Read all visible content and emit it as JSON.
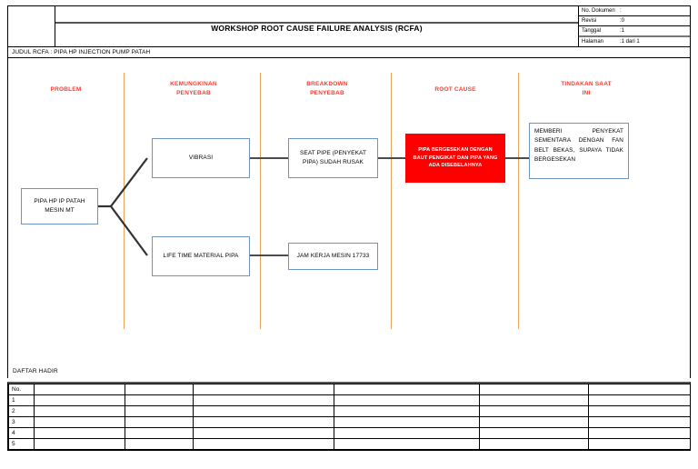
{
  "header": {
    "title": "WORKSHOP ROOT CAUSE FAILURE ANALYSIS (RCFA)",
    "meta": [
      {
        "label": "No. Dokumen",
        "sep": ":",
        "value": ""
      },
      {
        "label": "Revisi",
        "sep": ":",
        "value": "0"
      },
      {
        "label": "Tanggal",
        "sep": ":",
        "value": "1"
      },
      {
        "label": "Halaman",
        "sep": ":",
        "value": "1 dari 1"
      }
    ]
  },
  "subtitle": "JUDUL RCFA  :  PIPA HP INJECTION PUMP PATAH",
  "columns": [
    {
      "id": "problem",
      "label": "PROBLEM"
    },
    {
      "id": "kemungkinan-penyebab",
      "label": "KEMUNGKINAN\nPENYEBAB"
    },
    {
      "id": "breakdown-penyebab",
      "label": "BREAKDOWN\nPENYEBAB"
    },
    {
      "id": "root-cause",
      "label": "ROOT CAUSE"
    },
    {
      "id": "tindakan-saat-ini",
      "label": "TINDAKAN SAAT\nINI"
    }
  ],
  "nodes": {
    "problem": "PIPA HP IP PATAH MESIN MT",
    "cause_1": "VIBRASI",
    "cause_2": "LIFE TIME MATERIAL PIPA",
    "breakdown_1": "SEAT PIPE (PENYEKAT PIPA) SUDAH RUSAK",
    "breakdown_2": "JAM KERJA MESIN 17733",
    "root_cause": "PIPA BERGESEKAN DENGAN BAUT PENGIKAT DAN PIPA YANG ADA DISEBELAHNYA",
    "action": "MEMBERI PENYEKAT SEMENTARA DENGAN FAN BELT BEKAS, SUPAYA TIDAK BERGESEKAN"
  },
  "attendance": {
    "label": "DAFTAR HADIR",
    "header": [
      "No.",
      "",
      "",
      "",
      "",
      ""
    ],
    "rows": [
      [
        "1",
        "",
        "",
        "",
        "",
        ""
      ],
      [
        "2",
        "",
        "",
        "",
        "",
        ""
      ],
      [
        "3",
        "",
        "",
        "",
        "",
        ""
      ],
      [
        "4",
        "",
        "",
        "",
        "",
        ""
      ],
      [
        "5",
        "",
        "",
        "",
        "",
        ""
      ]
    ]
  },
  "colors": {
    "accent_red": "#ff0000",
    "header_red": "#ff3b30",
    "divider_orange": "#e8a35c",
    "box_border_blue": "#6f94bd",
    "connector": "#333333"
  }
}
